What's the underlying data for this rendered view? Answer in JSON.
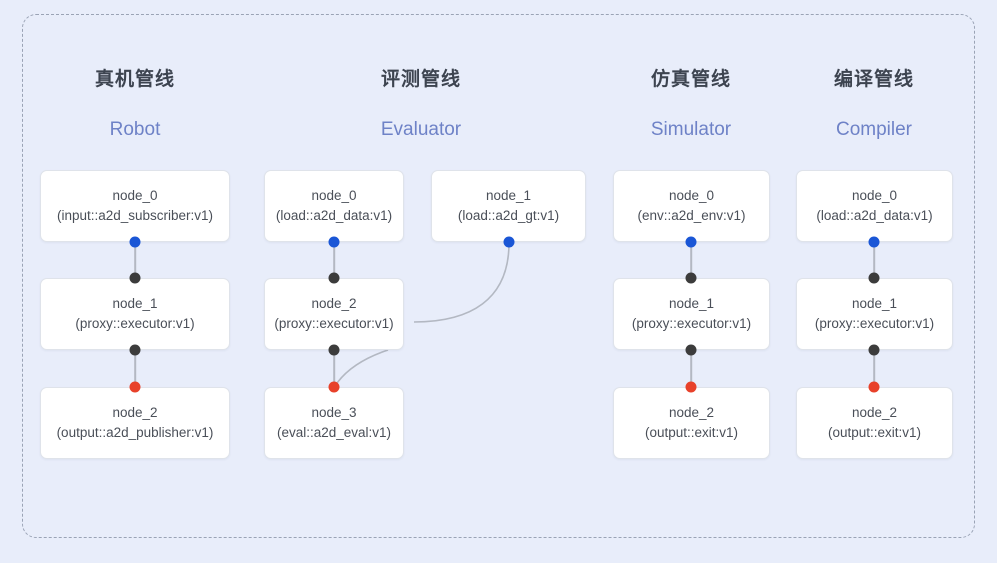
{
  "frame": {
    "style": "dashed-rounded-group-border"
  },
  "colors": {
    "background": "#e8edfa",
    "frame_border": "#9aa3b5",
    "node_bg": "#ffffff",
    "node_border": "#dfe3ea",
    "title_cn": "#3d4450",
    "title_en": "#6e82c7",
    "port_start": "#1a56d6",
    "port_mid": "#3c3c3c",
    "port_end": "#e8412a",
    "link": "#b3b8c2"
  },
  "columns": [
    {
      "id": "robot",
      "title_cn": "真机管线",
      "title_en": "Robot",
      "nodes": [
        {
          "name": "node_0",
          "type": "(input::a2d_subscriber:v1)"
        },
        {
          "name": "node_1",
          "type": "(proxy::executor:v1)"
        },
        {
          "name": "node_2",
          "type": "(output::a2d_publisher:v1)"
        }
      ]
    },
    {
      "id": "evaluator",
      "title_cn": "评测管线",
      "title_en": "Evaluator",
      "nodes": [
        {
          "name": "node_0",
          "type": "(load::a2d_data:v1)"
        },
        {
          "name": "node_1",
          "type": "(load::a2d_gt:v1)"
        },
        {
          "name": "node_2",
          "type": "(proxy::executor:v1)"
        },
        {
          "name": "node_3",
          "type": "(eval::a2d_eval:v1)"
        }
      ]
    },
    {
      "id": "simulator",
      "title_cn": "仿真管线",
      "title_en": "Simulator",
      "nodes": [
        {
          "name": "node_0",
          "type": "(env::a2d_env:v1)"
        },
        {
          "name": "node_1",
          "type": "(proxy::executor:v1)"
        },
        {
          "name": "node_2",
          "type": "(output::exit:v1)"
        }
      ]
    },
    {
      "id": "compiler",
      "title_cn": "编译管线",
      "title_en": "Compiler",
      "nodes": [
        {
          "name": "node_0",
          "type": "(load::a2d_data:v1)"
        },
        {
          "name": "node_1",
          "type": "(proxy::executor:v1)"
        },
        {
          "name": "node_2",
          "type": "(output::exit:v1)"
        }
      ]
    }
  ]
}
